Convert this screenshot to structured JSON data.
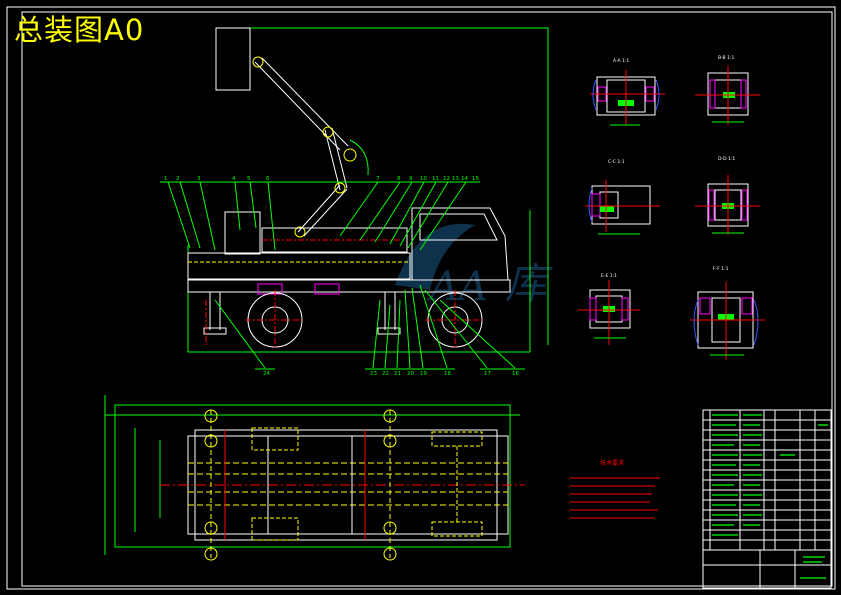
{
  "drawing": {
    "title": "总装图A0",
    "tech_notes_heading": "技术要求"
  },
  "section_views": {
    "labels": [
      "A-A 1:1",
      "B-B 1:1",
      "C-C 1:1",
      "D-D 1:1",
      "E-E 1:1",
      "F-F 1:1"
    ]
  },
  "callouts": {
    "top": [
      "1",
      "2",
      "3",
      "4",
      "5",
      "6",
      "7",
      "8",
      "9",
      "10",
      "11",
      "12",
      "13",
      "14",
      "15"
    ],
    "bottom": [
      "24",
      "23",
      "22",
      "21",
      "20",
      "19",
      "18",
      "17",
      "16"
    ]
  },
  "colors": {
    "background": "#000000",
    "frame": "#ffffff",
    "outline": "#ffffff",
    "dimension": "#00ff00",
    "centerline": "#ff0000",
    "hidden": "#ffff00",
    "hatch": "#ff00ff",
    "title_text": "#ffff00",
    "note_text": "#ff0000",
    "watermark": "#1a5a8a"
  }
}
